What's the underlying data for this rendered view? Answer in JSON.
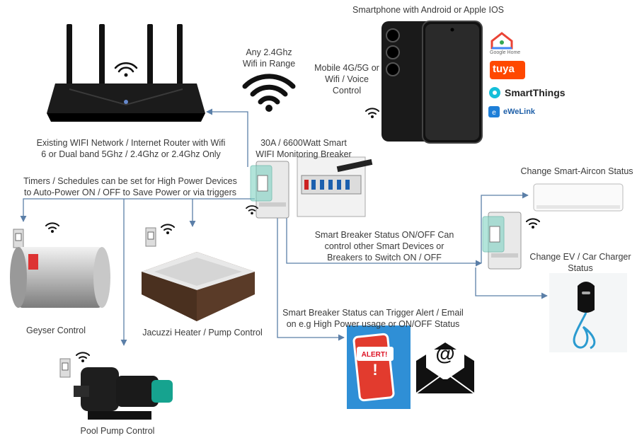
{
  "labels": {
    "smartphone": "Smartphone with Android or Apple IOS",
    "wifi_range_1": "Any 2.4Ghz",
    "wifi_range_2": "Wifi in Range",
    "mobile_1": "Mobile 4G/5G or",
    "mobile_2": "Wifi / Voice",
    "mobile_3": "Control",
    "router_1": "Existing WIFI Network / Internet Router with Wifi",
    "router_2": "6 or Dual band 5Ghz / 2.4Ghz or 2.4Ghz Only",
    "breaker_1": "30A / 6600Watt Smart",
    "breaker_2": "WIFI Monitoring Breaker",
    "timers_1": "Timers / Schedules can be set for High Power Devices",
    "timers_2": "to Auto-Power ON / OFF to Save Power or via triggers",
    "aircon": "Change Smart-Aircon Status",
    "status_1": "Smart Breaker Status ON/OFF Can",
    "status_2": "control other Smart Devices or",
    "status_3": "Breakers to Switch ON / OFF",
    "ev_1": "Change EV / Car Charger",
    "ev_2": "Status",
    "geyser": "Geyser Control",
    "jacuzzi": "Jacuzzi Heater / Pump Control",
    "alert_1": "Smart Breaker Status can Trigger Alert / Email",
    "alert_2": "on e.g High Power usage or ON/OFF Status",
    "pool": "Pool Pump Control"
  },
  "apps": [
    {
      "name": "Google Home",
      "icon": "google-home-icon"
    },
    {
      "name": "tuya",
      "icon": "tuya-icon"
    },
    {
      "name": "SmartThings",
      "icon": "smartthings-icon"
    },
    {
      "name": "eWeLink",
      "icon": "ewelink-icon"
    }
  ],
  "alert_badge": "ALERT!",
  "email_symbol": "@",
  "colors": {
    "arrow": "#5b7fa8",
    "tuya": "#ff4800",
    "alert_bg": "#2f8fd6"
  }
}
